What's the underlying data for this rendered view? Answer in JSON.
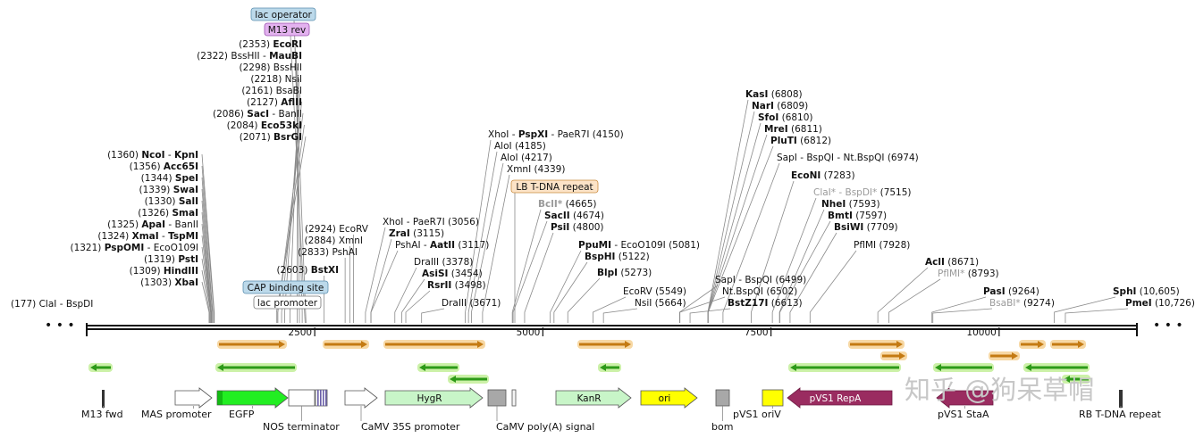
{
  "map": {
    "ruler": {
      "start": 1,
      "end": 11510,
      "ticks": [
        2500,
        5000,
        7500,
        10000
      ]
    },
    "ellipsis": "• • •",
    "watermark": "知乎 @狗呆草帽",
    "site_groups": [
      {
        "pos": 243,
        "items": [
          {
            "pos": 1303,
            "num": "(1303)",
            "parts": [
              {
                "t": "XbaI",
                "b": true
              }
            ]
          },
          {
            "pos": 1309,
            "num": "(1309)",
            "parts": [
              {
                "t": "HindIII",
                "b": true
              }
            ]
          },
          {
            "pos": 1319,
            "num": "(1319)",
            "parts": [
              {
                "t": "PstI",
                "b": true
              }
            ]
          },
          {
            "pos": 1321,
            "num": "(1321)",
            "parts": [
              {
                "t": "PspOMI",
                "b": true
              },
              {
                "t": " - EcoO109I",
                "b": false
              }
            ]
          },
          {
            "pos": 1324,
            "num": "(1324)",
            "parts": [
              {
                "t": "XmaI",
                "b": true
              },
              {
                "t": " - ",
                "b": false
              },
              {
                "t": "TspMI",
                "b": true
              }
            ]
          },
          {
            "pos": 1325,
            "num": "(1325)",
            "parts": [
              {
                "t": "ApaI",
                "b": true
              },
              {
                "t": " - BanII",
                "b": false
              }
            ]
          },
          {
            "pos": 1326,
            "num": "(1326)",
            "parts": [
              {
                "t": "SmaI",
                "b": true
              }
            ]
          },
          {
            "pos": 1330,
            "num": "(1330)",
            "parts": [
              {
                "t": "SalI",
                "b": true
              }
            ]
          },
          {
            "pos": 1339,
            "num": "(1339)",
            "parts": [
              {
                "t": "SwaI",
                "b": true
              }
            ]
          },
          {
            "pos": 1344,
            "num": "(1344)",
            "parts": [
              {
                "t": "SpeI",
                "b": true
              }
            ]
          },
          {
            "pos": 1356,
            "num": "(1356)",
            "parts": [
              {
                "t": "Acc65I",
                "b": true
              }
            ]
          },
          {
            "pos": 1360,
            "num": "(1360)",
            "parts": [
              {
                "t": "NcoI",
                "b": true
              },
              {
                "t": " - ",
                "b": false
              },
              {
                "t": "KpnI",
                "b": true
              }
            ]
          }
        ]
      },
      {
        "pos": 355,
        "items": [
          {
            "pos": 2071,
            "num": "(2071)",
            "parts": [
              {
                "t": "BsrGI",
                "b": true
              }
            ]
          },
          {
            "pos": 2084,
            "num": "(2084)",
            "parts": [
              {
                "t": "Eco53kI",
                "b": true
              }
            ]
          },
          {
            "pos": 2086,
            "num": "(2086)",
            "parts": [
              {
                "t": "SacI",
                "b": true
              },
              {
                "t": " - BanII",
                "b": false
              }
            ]
          },
          {
            "pos": 2127,
            "num": "(2127)",
            "parts": [
              {
                "t": "AflII",
                "b": true
              }
            ]
          },
          {
            "pos": 2161,
            "num": "(2161)",
            "parts": [
              {
                "t": "BsaBI",
                "b": false
              }
            ]
          },
          {
            "pos": 2218,
            "num": "(2218)",
            "parts": [
              {
                "t": "NsiI",
                "b": false
              }
            ]
          },
          {
            "pos": 2298,
            "num": "(2298)",
            "parts": [
              {
                "t": "BssHII",
                "b": false
              }
            ]
          },
          {
            "pos": 2322,
            "num": "(2322)",
            "parts": [
              {
                "t": "BssHII - ",
                "b": false
              },
              {
                "t": "MauBI",
                "b": true
              }
            ]
          },
          {
            "pos": 2353,
            "num": "(2353)",
            "parts": [
              {
                "t": "EcoRI",
                "b": true
              }
            ]
          }
        ]
      }
    ],
    "top_boxes": [
      {
        "label": "lac operator",
        "fill": "#bcd9ea",
        "stroke": "#5b8fb0"
      },
      {
        "label": "M13 rev",
        "fill": "#e3b2ef",
        "stroke": "#9a50b0"
      }
    ],
    "mid_boxes": [
      {
        "label": "CAP binding site",
        "fill": "#bcd9ea",
        "stroke": "#5b8fb0"
      },
      {
        "label": "lac promoter",
        "fill": "#ffffff",
        "stroke": "#777777"
      }
    ],
    "sites_left": [
      {
        "pos": 177,
        "num": "(177)",
        "parts": [
          {
            "t": "ClaI - BspDI",
            "b": false
          }
        ]
      },
      {
        "pos": 2603,
        "num": "(2603)",
        "parts": [
          {
            "t": "BstXI",
            "b": true
          }
        ]
      },
      {
        "pos": 2833,
        "num": "(2833)",
        "parts": [
          {
            "t": "PshAI",
            "b": false
          }
        ]
      },
      {
        "pos": 2884,
        "num": "(2884)",
        "parts": [
          {
            "t": "XmnI",
            "b": false
          }
        ]
      },
      {
        "pos": 2924,
        "num": "(2924)",
        "parts": [
          {
            "t": "EcoRV",
            "b": false
          }
        ]
      }
    ],
    "sites_right": [
      {
        "pos": 3056,
        "parts": [
          {
            "t": "XhoI - PaeR7I",
            "b": false
          }
        ],
        "num": "(3056)"
      },
      {
        "pos": 3115,
        "parts": [
          {
            "t": "ZraI",
            "b": true
          }
        ],
        "num": "(3115)"
      },
      {
        "pos": 3117,
        "parts": [
          {
            "t": "PshAI - ",
            "b": false
          },
          {
            "t": "AatII",
            "b": true
          }
        ],
        "num": "(3117)"
      },
      {
        "pos": 3378,
        "parts": [
          {
            "t": "DraIII",
            "b": false
          }
        ],
        "num": "(3378)"
      },
      {
        "pos": 3454,
        "parts": [
          {
            "t": "AsiSI",
            "b": true
          }
        ],
        "num": "(3454)"
      },
      {
        "pos": 3498,
        "parts": [
          {
            "t": "RsrII",
            "b": true
          }
        ],
        "num": "(3498)"
      },
      {
        "pos": 3671,
        "parts": [
          {
            "t": "DraIII",
            "b": false
          }
        ],
        "num": "(3671)"
      },
      {
        "pos": 4150,
        "parts": [
          {
            "t": "XhoI - ",
            "b": false
          },
          {
            "t": "PspXI",
            "b": true
          },
          {
            "t": " - PaeR7I",
            "b": false
          }
        ],
        "num": "(4150)"
      },
      {
        "pos": 4185,
        "parts": [
          {
            "t": "AloI",
            "b": false
          }
        ],
        "num": "(4185)"
      },
      {
        "pos": 4217,
        "parts": [
          {
            "t": "AloI",
            "b": false
          }
        ],
        "num": "(4217)"
      },
      {
        "pos": 4339,
        "parts": [
          {
            "t": "XmnI",
            "b": false
          }
        ],
        "num": "(4339)"
      },
      {
        "pos": 4665,
        "parts": [
          {
            "t": "BclI*",
            "b": true,
            "g": true
          }
        ],
        "num": "(4665)"
      },
      {
        "pos": 4674,
        "parts": [
          {
            "t": "SacII",
            "b": true
          }
        ],
        "num": "(4674)"
      },
      {
        "pos": 4800,
        "parts": [
          {
            "t": "PsiI",
            "b": true
          }
        ],
        "num": "(4800)"
      },
      {
        "pos": 5081,
        "parts": [
          {
            "t": "PpuMI",
            "b": true
          },
          {
            "t": " - EcoO109I",
            "b": false
          }
        ],
        "num": "(5081)"
      },
      {
        "pos": 5122,
        "parts": [
          {
            "t": "BspHI",
            "b": true
          }
        ],
        "num": "(5122)"
      },
      {
        "pos": 5273,
        "parts": [
          {
            "t": "BlpI",
            "b": true
          }
        ],
        "num": "(5273)"
      },
      {
        "pos": 5549,
        "parts": [
          {
            "t": "EcoRV",
            "b": false
          }
        ],
        "num": "(5549)"
      },
      {
        "pos": 5664,
        "parts": [
          {
            "t": "NsiI",
            "b": false
          }
        ],
        "num": "(5664)"
      },
      {
        "pos": 6499,
        "parts": [
          {
            "t": "SapI - BspQI",
            "b": false
          }
        ],
        "num": "(6499)"
      },
      {
        "pos": 6502,
        "parts": [
          {
            "t": "Nt.BspQI",
            "b": false
          }
        ],
        "num": "(6502)"
      },
      {
        "pos": 6613,
        "parts": [
          {
            "t": "BstZ17I",
            "b": true
          }
        ],
        "num": "(6613)"
      },
      {
        "pos": 6808,
        "parts": [
          {
            "t": "KasI",
            "b": true
          }
        ],
        "num": "(6808)"
      },
      {
        "pos": 6809,
        "parts": [
          {
            "t": "NarI",
            "b": true
          }
        ],
        "num": "(6809)"
      },
      {
        "pos": 6810,
        "parts": [
          {
            "t": "SfoI",
            "b": true
          }
        ],
        "num": "(6810)"
      },
      {
        "pos": 6811,
        "parts": [
          {
            "t": "MreI",
            "b": true
          }
        ],
        "num": "(6811)"
      },
      {
        "pos": 6812,
        "parts": [
          {
            "t": "PluTI",
            "b": true
          }
        ],
        "num": "(6812)"
      },
      {
        "pos": 6974,
        "parts": [
          {
            "t": "SapI - BspQI - Nt.BspQI",
            "b": false
          }
        ],
        "num": "(6974)"
      },
      {
        "pos": 7283,
        "parts": [
          {
            "t": "EcoNI",
            "b": true
          }
        ],
        "num": "(7283)"
      },
      {
        "pos": 7515,
        "parts": [
          {
            "t": "ClaI* - BspDI*",
            "b": false,
            "g": true
          }
        ],
        "num": "(7515)"
      },
      {
        "pos": 7593,
        "parts": [
          {
            "t": "NheI",
            "b": true
          }
        ],
        "num": "(7593)"
      },
      {
        "pos": 7597,
        "parts": [
          {
            "t": "BmtI",
            "b": true
          }
        ],
        "num": "(7597)"
      },
      {
        "pos": 7709,
        "parts": [
          {
            "t": "BsiWI",
            "b": true
          }
        ],
        "num": "(7709)"
      },
      {
        "pos": 7928,
        "parts": [
          {
            "t": "PflMI",
            "b": false
          }
        ],
        "num": "(7928)"
      },
      {
        "pos": 8671,
        "parts": [
          {
            "t": "AclI",
            "b": true
          }
        ],
        "num": "(8671)"
      },
      {
        "pos": 8793,
        "parts": [
          {
            "t": "PflMI*",
            "b": false,
            "g": true
          }
        ],
        "num": "(8793)"
      },
      {
        "pos": 9264,
        "parts": [
          {
            "t": "PasI",
            "b": true
          }
        ],
        "num": "(9264)"
      },
      {
        "pos": 9274,
        "parts": [
          {
            "t": "BsaBI*",
            "b": false,
            "g": true
          }
        ],
        "num": "(9274)"
      },
      {
        "pos": 10605,
        "parts": [
          {
            "t": "SphI",
            "b": true
          }
        ],
        "num": "(10,605)"
      },
      {
        "pos": 10726,
        "parts": [
          {
            "t": "PmeI",
            "b": true
          }
        ],
        "num": "(10,726)"
      }
    ],
    "small_boxes": [
      {
        "label": "LB T-DNA repeat",
        "fill": "#fce3c7",
        "stroke": "#c98a3e"
      }
    ],
    "orfs": [
      {
        "name": "orf-1",
        "color": "orange"
      },
      {
        "name": "orf-2",
        "color": "orange"
      },
      {
        "name": "orf-3",
        "color": "orange"
      },
      {
        "name": "orf-4",
        "color": "orange"
      },
      {
        "name": "orf-5",
        "color": "orange"
      },
      {
        "name": "orf-6",
        "color": "orange"
      },
      {
        "name": "orf-7",
        "color": "orange"
      },
      {
        "name": "orf-8",
        "color": "orange"
      },
      {
        "name": "orf-9",
        "color": "orange"
      },
      {
        "name": "orf-10",
        "color": "green"
      },
      {
        "name": "orf-11",
        "color": "green"
      },
      {
        "name": "orf-12",
        "color": "green"
      },
      {
        "name": "orf-13",
        "color": "green"
      },
      {
        "name": "orf-14",
        "color": "green"
      },
      {
        "name": "orf-15",
        "color": "green"
      },
      {
        "name": "orf-16",
        "color": "green"
      },
      {
        "name": "orf-17",
        "color": "green"
      },
      {
        "name": "orf-18",
        "color": "green"
      }
    ],
    "features": [
      {
        "name": "M13 fwd",
        "shape": "line",
        "color": "#333333"
      },
      {
        "name": "MAS promoter",
        "shape": "arrow-r",
        "color": "#ffffff"
      },
      {
        "name": "EGFP",
        "shape": "arrow-r",
        "color": "#22ee22"
      },
      {
        "name": "NOS terminator",
        "shape": "box",
        "color": "#ffffff"
      },
      {
        "name": "lac region",
        "shape": "stripe",
        "color": "#6a5fa8"
      },
      {
        "name": "CaMV 35S promoter",
        "shape": "arrow-r",
        "color": "#ffffff"
      },
      {
        "name": "HygR",
        "shape": "arrow-r",
        "color": "#c8f5c8"
      },
      {
        "name": "CaMV poly(A) signal",
        "shape": "box",
        "color": "#a8a8a8"
      },
      {
        "name": "LB T-DNA repeat",
        "shape": "box",
        "color": "#f4f4f4"
      },
      {
        "name": "KanR",
        "shape": "arrow-r",
        "color": "#c8f5c8"
      },
      {
        "name": "ori",
        "shape": "arrow-r",
        "color": "#ffff00"
      },
      {
        "name": "bom",
        "shape": "box",
        "color": "#a8a8a8"
      },
      {
        "name": "pVS1 oriV",
        "shape": "box",
        "color": "#ffff00"
      },
      {
        "name": "pVS1 RepA",
        "shape": "arrow-l",
        "color": "#9a2c60"
      },
      {
        "name": "pVS1 StaA",
        "shape": "arrow-l",
        "color": "#9a2c60"
      },
      {
        "name": "RB T-DNA repeat",
        "shape": "line",
        "color": "#333333"
      }
    ]
  }
}
